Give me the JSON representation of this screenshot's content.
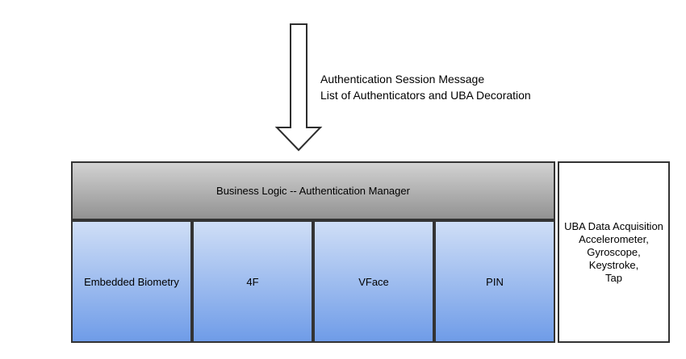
{
  "diagram": {
    "arrow_label": {
      "line1": "Authentication Session Message",
      "line2": "List of Authenticators and UBA Decoration"
    },
    "manager_box": {
      "label": "Business Logic -- Authentication Manager"
    },
    "authenticators": [
      {
        "label": "Embedded Biometry"
      },
      {
        "label": "4F"
      },
      {
        "label": "VFace"
      },
      {
        "label": "PIN"
      }
    ],
    "uba_box": {
      "text": "UBA Data Acquisition\nAccelerometer,\nGyroscope, Keystroke,\nTap"
    },
    "colors": {
      "border": "#333333",
      "arrow_stroke": "#2e2e2e",
      "arrow_fill": "#ffffff",
      "gray_gradient_top": "#d2d2d2",
      "gray_gradient_bottom": "#929292",
      "blue_gradient_top": "#cfdef6",
      "blue_gradient_bottom": "#6f9ce8"
    }
  }
}
